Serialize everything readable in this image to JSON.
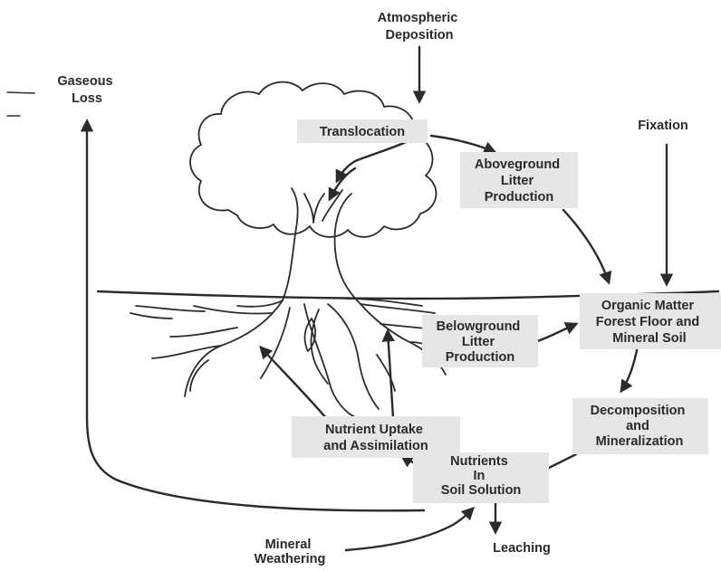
{
  "labels": {
    "atmospheric_deposition": [
      "Atmospheric",
      "Deposition"
    ],
    "gaseous_loss": [
      "Gaseous",
      "Loss"
    ],
    "translocation": [
      "Translocation"
    ],
    "fixation": [
      "Fixation"
    ],
    "aboveground_litter": [
      "Aboveground",
      "Litter",
      "Production"
    ],
    "organic_matter": [
      "Organic Matter",
      "Forest Floor and",
      "Mineral Soil"
    ],
    "belowground_litter": [
      "Belowground",
      "Litter",
      "Production"
    ],
    "decomposition": [
      "Decomposition",
      "and",
      "Mineralization"
    ],
    "nutrient_uptake": [
      "Nutrient Uptake",
      "and Assimilation"
    ],
    "nutrients_soil": [
      "Nutrients",
      "In",
      "Soil Solution"
    ],
    "mineral_weathering": [
      "Mineral",
      "Weathering"
    ],
    "leaching": [
      "Leaching"
    ]
  },
  "colors": {
    "ink": "#2b2b2b",
    "label_box": "#e6e6e6",
    "background": "#ffffff"
  }
}
